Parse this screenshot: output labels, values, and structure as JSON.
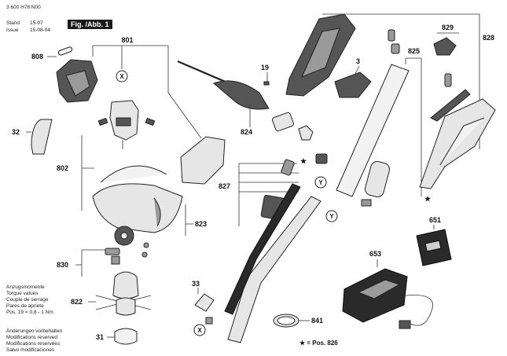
{
  "header": {
    "doc_number": "3 600 H78 N00",
    "stand_label": "Stand",
    "stand_value": "15-07",
    "issue_label": "Issue",
    "issue_value": "15-08-04",
    "figure_label": "Fig. /Abb. 1"
  },
  "part_labels": [
    "801",
    "808",
    "32",
    "802",
    "823",
    "830",
    "822",
    "31",
    "824",
    "19",
    "3",
    "828",
    "829",
    "825",
    "827",
    "651",
    "653",
    "33",
    "841"
  ],
  "refs": {
    "x": "X",
    "y": "Y"
  },
  "torque_notes": [
    "Anzugsmomente",
    "Torque values",
    "Couple de serrage",
    "Pares de apriete",
    "Pos.  19 = 0,8 - 1 Nm"
  ],
  "modification_notes": [
    "Änderungen vorbehalten",
    "Modifications reserved",
    "Modifications reservées",
    "Salvo modificaciones"
  ],
  "footnote": "★ = Pos. 826",
  "star_symbol": "★"
}
